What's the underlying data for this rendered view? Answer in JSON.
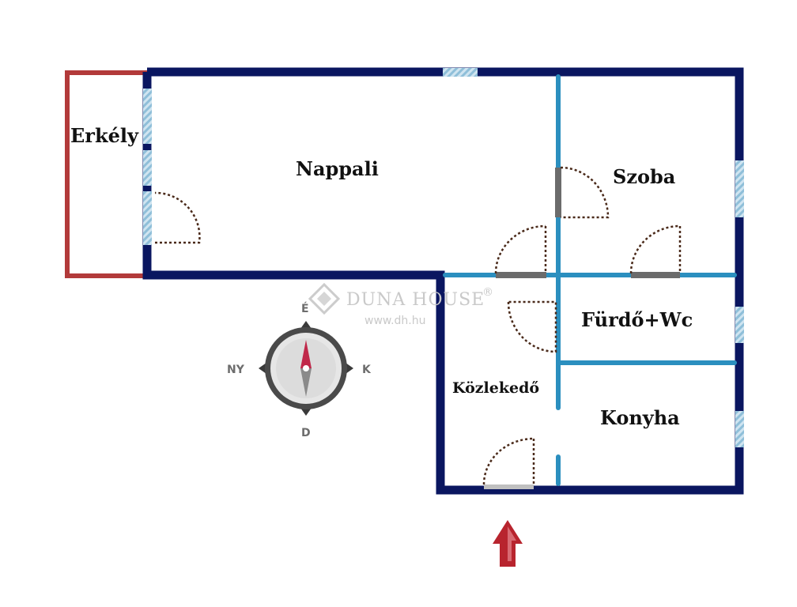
{
  "rooms": {
    "erkely": "Erkély",
    "nappali": "Nappali",
    "szoba": "Szoba",
    "furdo": "Fürdő+Wc",
    "kozlekedo": "Közlekedő",
    "konyha": "Konyha"
  },
  "compass": {
    "north": "É",
    "south": "D",
    "east": "K",
    "west": "NY"
  },
  "watermark": {
    "name": "DUNA HOUSE",
    "registered": "®",
    "url": "www.dh.hu"
  },
  "colors": {
    "outer_wall": "#0a1660",
    "inner_wall": "#2b8fbf",
    "balcony": "#b23a3a",
    "door": "#4a2a1a",
    "window": "#9fc9e0",
    "entry_arrow": "#b8242e"
  },
  "icons": {
    "compass": "compass-icon",
    "entry": "entry-arrow-icon",
    "logo": "duna-house-logo-icon"
  }
}
